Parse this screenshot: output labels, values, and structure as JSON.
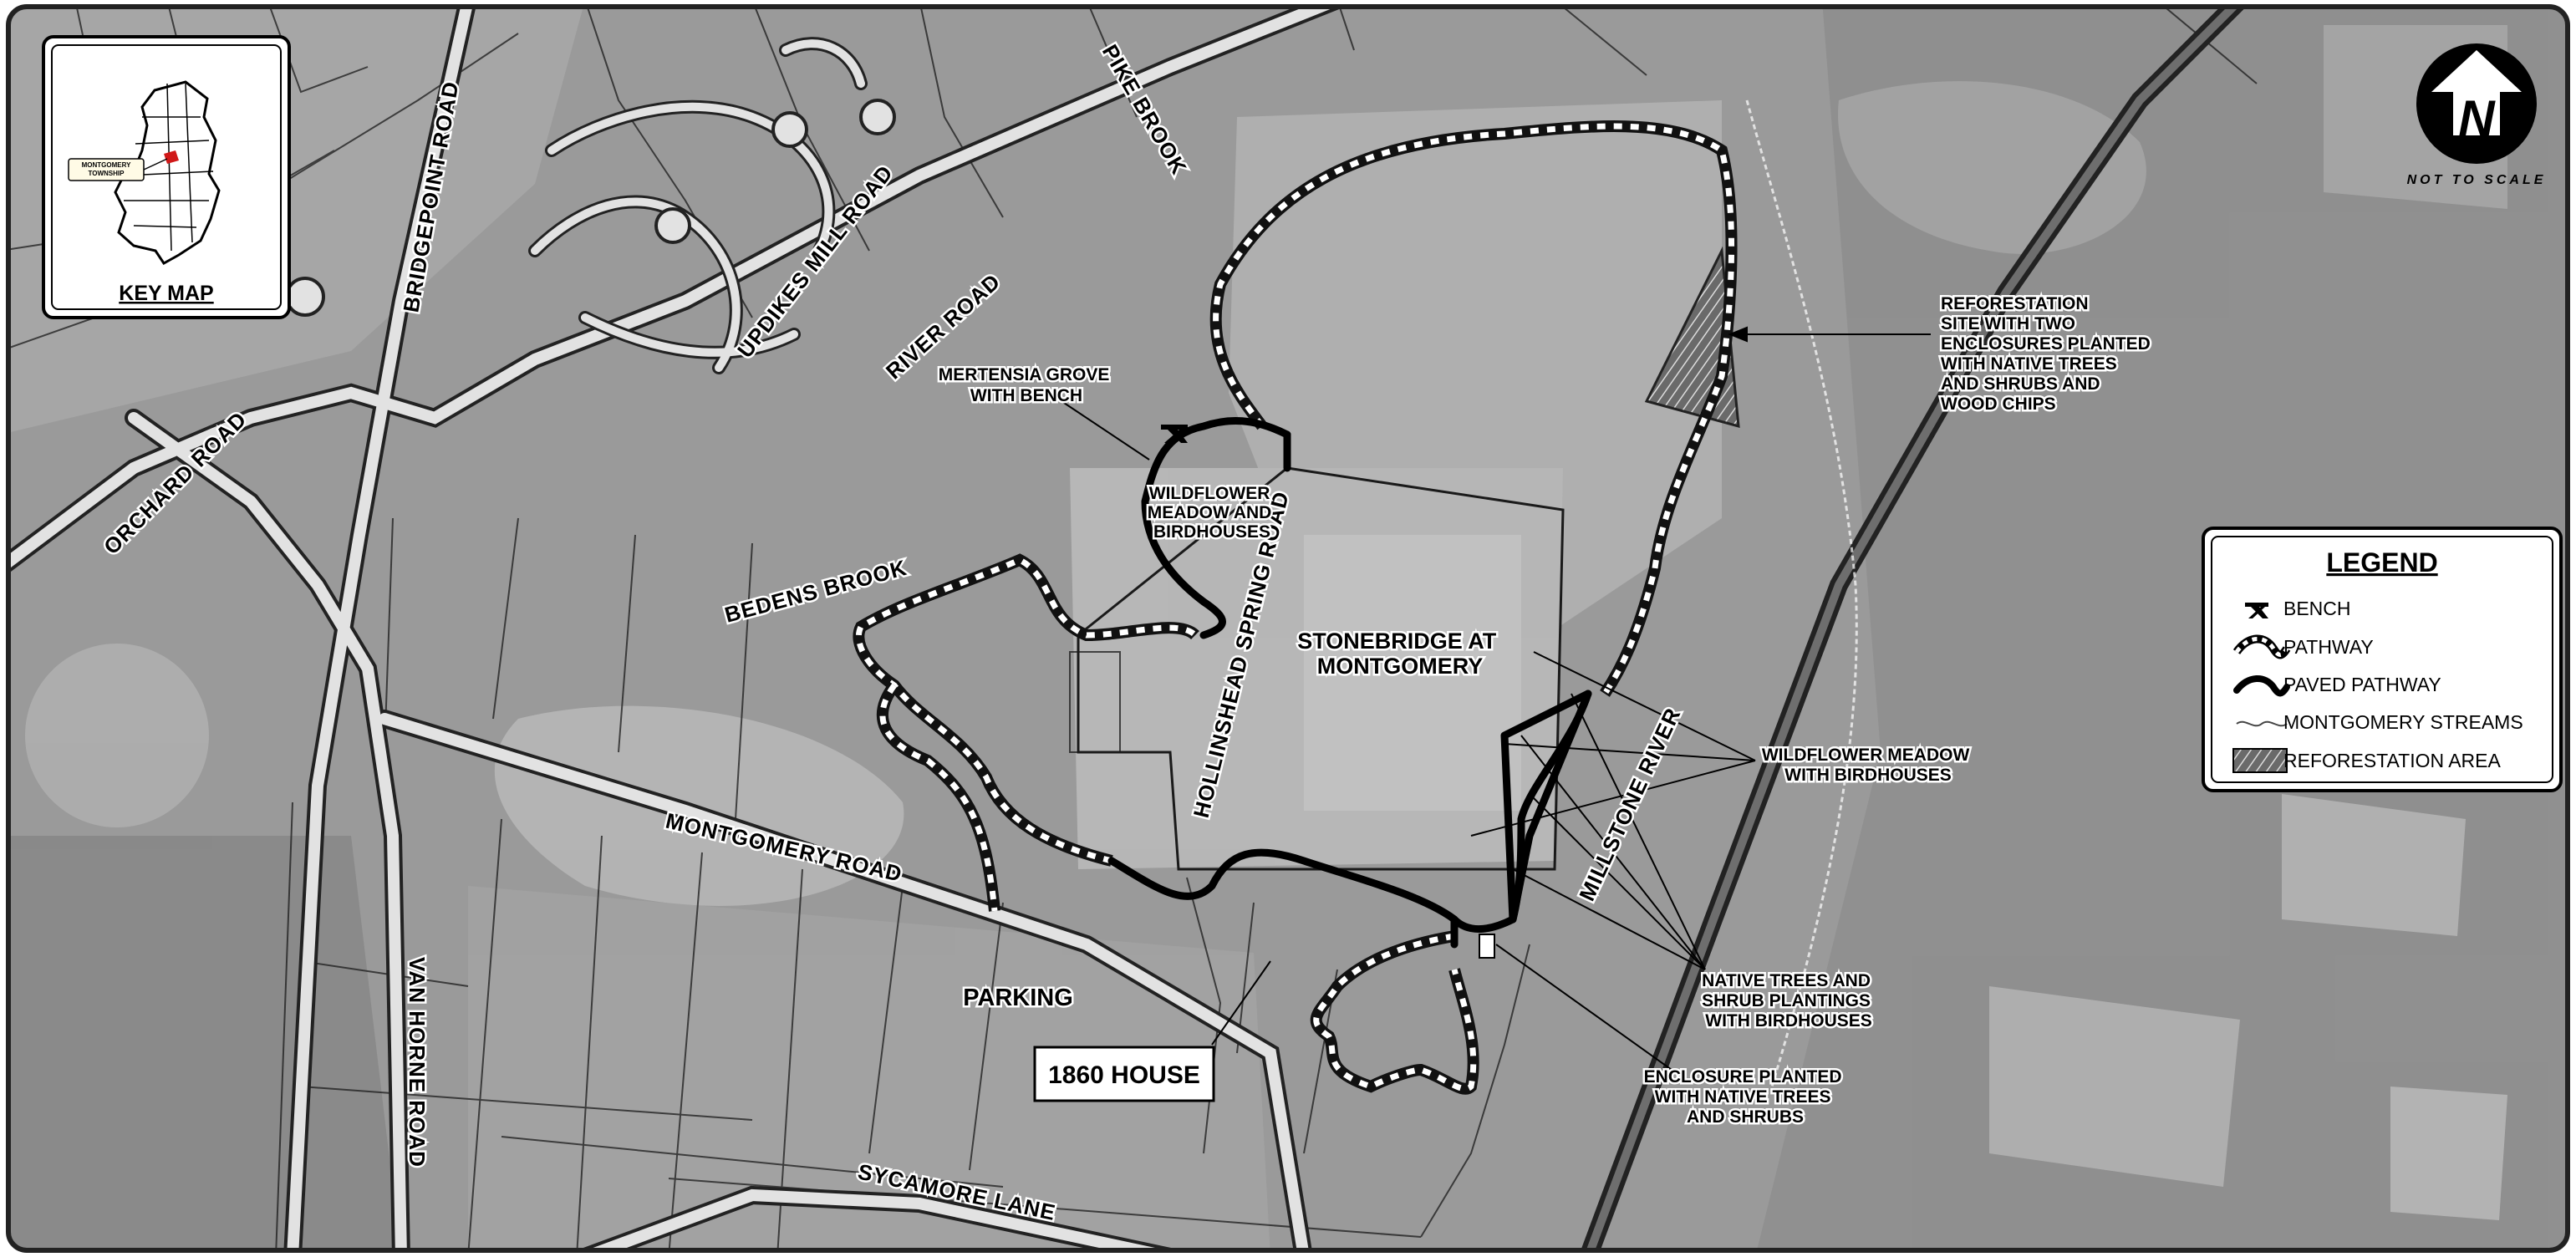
{
  "key_map": {
    "title": "KEY MAP",
    "state_label": "MONTGOMERY TOWNSHIP"
  },
  "north_arrow": {
    "letter": "N",
    "note": "NOT TO SCALE"
  },
  "roads": {
    "bridgepoint": "BRIDGEPOINT ROAD",
    "updikes_mill": "UPDIKES MILL ROAD",
    "river_road": "RIVER ROAD",
    "pike_brook": "PIKE BROOK",
    "orchard": "ORCHARD ROAD",
    "bedens_brook": "BEDENS BROOK",
    "hollinshead": "HOLLINSHEAD SPRING ROAD",
    "montgomery": "MONTGOMERY ROAD",
    "van_horne": "VAN HORNE ROAD",
    "sycamore": "SYCAMORE LANE",
    "millstone": "MILLSTONE RIVER"
  },
  "annotations": {
    "mertensia": [
      "MERTENSIA GROVE",
      "WITH BENCH"
    ],
    "wildflower_meadow_1": [
      "WILDFLOWER",
      "MEADOW AND",
      "BIRDHOUSES"
    ],
    "stonebridge": [
      "STONEBRIDGE AT",
      "MONTGOMERY"
    ],
    "reforestation": [
      "REFORESTATION",
      "SITE WITH TWO",
      "ENCLOSURES PLANTED",
      "WITH NATIVE TREES",
      "AND SHRUBS AND",
      "WOOD CHIPS"
    ],
    "wildflower_meadow_2": [
      "WILDFLOWER MEADOW",
      "WITH BIRDHOUSES"
    ],
    "native_trees": [
      "NATIVE TREES AND",
      "SHRUB PLANTINGS",
      "WITH BIRDHOUSES"
    ],
    "enclosure": [
      "ENCLOSURE PLANTED",
      "WITH NATIVE TREES",
      "AND SHRUBS"
    ],
    "parking": "PARKING",
    "house_1860": "1860 HOUSE"
  },
  "legend": {
    "title": "LEGEND",
    "items": [
      {
        "label": "BENCH",
        "icon": "bench-icon"
      },
      {
        "label": "PATHWAY",
        "icon": "pathway-icon"
      },
      {
        "label": "PAVED PATHWAY",
        "icon": "paved-pathway-icon"
      },
      {
        "label": "MONTGOMERY STREAMS",
        "icon": "stream-icon"
      },
      {
        "label": "REFORESTATION AREA",
        "icon": "reforestation-icon"
      }
    ]
  },
  "colors": {
    "aerial_base": "#9c9c9c",
    "pathway_dark": "#111111",
    "pathway_light": "#ffffff",
    "paved_pathway": "#000000"
  }
}
